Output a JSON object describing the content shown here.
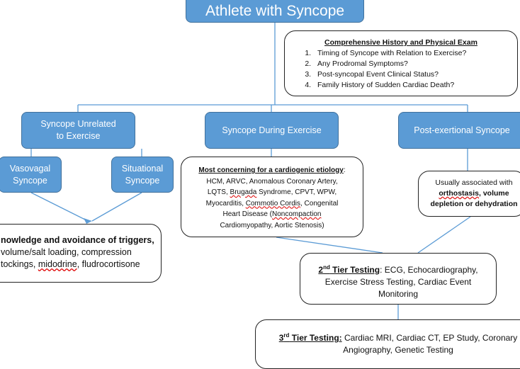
{
  "title": "Athlete with Syncope",
  "history_box": {
    "heading": "Comprehensive  History and Physical Exam",
    "items": [
      "Timing of Syncope with Relation to Exercise?",
      "Any Prodromal Symptoms?",
      "Post-syncopal Event Clinical Status?",
      "Family History of Sudden Cardiac Death?"
    ]
  },
  "branches": {
    "unrelated": "Syncope  Unrelated to Exercise",
    "during": "Syncope During Exercise",
    "post": "Post-exertional Syncope"
  },
  "sub_branches": {
    "vasovagal": "Vasovagal Syncope",
    "situational": "Situational Syncope"
  },
  "triggers_box": {
    "line1": "nowledge and avoidance of triggers,",
    "line2": "volume/salt loading, compression",
    "line3_pre": "tockings, ",
    "line3_mid": "midodrine",
    "line3_post": ", fludrocortisone"
  },
  "cardiogenic_box": {
    "heading": "Most concerning  for a cardiogenic  etiology",
    "colon": ":",
    "line1": "HCM, ARVC, Anomalous Coronary  Artery,",
    "line2_pre": "LQTS, ",
    "line2_wavy": "Brugada",
    "line2_post": " Syndrome,  CPVT,  WPW,",
    "line3_pre": "Myocarditis,  ",
    "line3_wavy": "Commotio Cordis",
    "line3_post": ", Congenital",
    "line4_pre": "Heart Disease (",
    "line4_wavy": "Noncompaction",
    "line5": "Cardiomyopathy,  Aortic Stenosis)"
  },
  "orthostasis_box": {
    "line1": "Usually associated with",
    "line2_wavy": "orthostasis",
    "line2_post": ",  volume",
    "line3": "depletion  or dehydration"
  },
  "tier2": {
    "label_pre": "2",
    "label_sup": "nd",
    "label_post": " Tier Testing",
    "colon": ":",
    "line1": "  ECG, Echocardiography,",
    "line2": "Exercise Stress Testing, Cardiac Event",
    "line3": "Monitoring"
  },
  "tier3": {
    "label_pre": "3",
    "label_sup": "rd",
    "label_post": " Tier Testing:",
    "line1": " Cardiac MRI, Cardiac CT, EP Study, Coronary",
    "line2": "Angiography, Genetic Testing"
  },
  "colors": {
    "node_fill": "#5b9bd5",
    "node_border": "#41719c",
    "connector": "#5b9bd5"
  }
}
